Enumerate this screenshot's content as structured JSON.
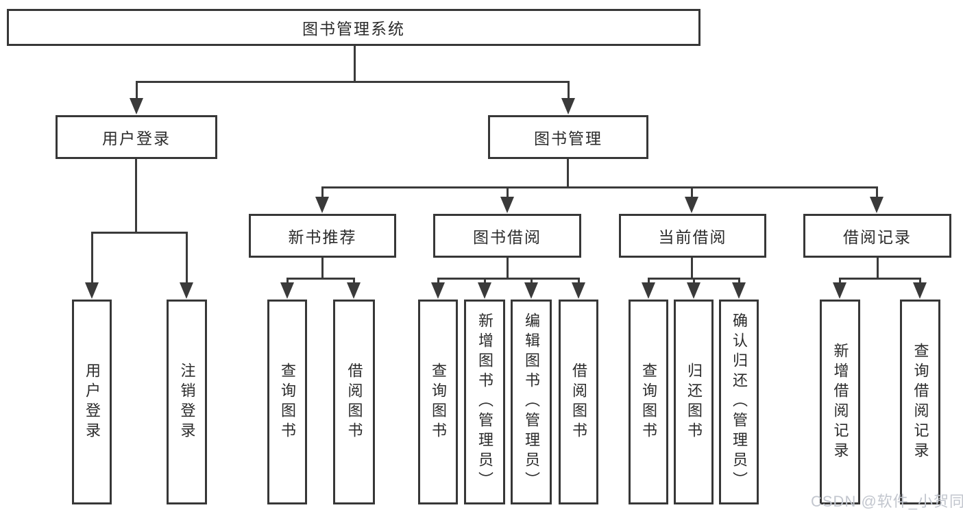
{
  "diagram": {
    "root": {
      "label": "图书管理系统"
    },
    "l2": [
      {
        "label": "用户登录"
      },
      {
        "label": "图书管理"
      }
    ],
    "l3": [
      {
        "label": "新书推荐"
      },
      {
        "label": "图书借阅"
      },
      {
        "label": "当前借阅"
      },
      {
        "label": "借阅记录"
      }
    ],
    "l4": [
      {
        "label": "用户登录"
      },
      {
        "label": "注销登录"
      },
      {
        "label": "查询图书"
      },
      {
        "label": "借阅图书"
      },
      {
        "label": "查询图书"
      },
      {
        "label": "新增图书（管理员）"
      },
      {
        "label": "编辑图书（管理员）"
      },
      {
        "label": "借阅图书"
      },
      {
        "label": "查询图书"
      },
      {
        "label": "归还图书"
      },
      {
        "label": "确认归还（管理员）"
      },
      {
        "label": "新增借阅记录"
      },
      {
        "label": "查询借阅记录"
      }
    ]
  },
  "watermark": {
    "text": "CSDN @软件_小贺同学",
    "color": "#c2c6ce"
  },
  "colors": {
    "line": "#3a3a3a",
    "border": "#373737",
    "text": "#2b2b2b",
    "background": "#ffffff"
  }
}
